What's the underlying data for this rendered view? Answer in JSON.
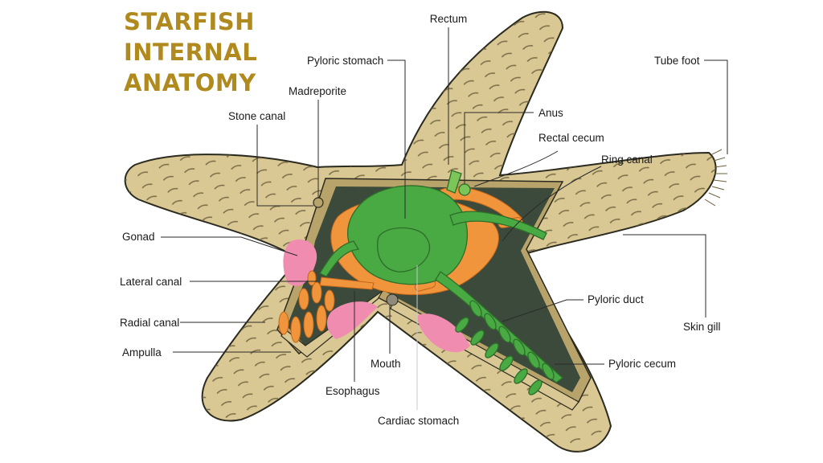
{
  "title": {
    "lines": [
      "STARFISH",
      "INTERNAL",
      "ANATOMY"
    ]
  },
  "labels": {
    "rectum": "Rectum",
    "pyloric_stomach": "Pyloric stomach",
    "tube_foot": "Tube foot",
    "madreporite": "Madreporite",
    "stone_canal": "Stone canal",
    "anus": "Anus",
    "rectal_cecum": "Rectal cecum",
    "ring_canal": "Ring canal",
    "gonad": "Gonad",
    "lateral_canal": "Lateral canal",
    "pyloric_duct": "Pyloric duct",
    "radial_canal": "Radial canal",
    "skin_gill": "Skin gill",
    "ampulla": "Ampulla",
    "mouth": "Mouth",
    "pyloric_cecum": "Pyloric cecum",
    "esophagus": "Esophagus",
    "cardiac_stomach": "Cardiac stomach"
  },
  "colors": {
    "title": "#b08a1e",
    "skin": "#d9c894",
    "skin_dark": "#b8a46b",
    "cavity": "#3c4a3b",
    "green": "#49a943",
    "green_light": "#7cc559",
    "orange": "#f0953b",
    "pink": "#f08cb0",
    "outline": "#2b2a1f"
  }
}
